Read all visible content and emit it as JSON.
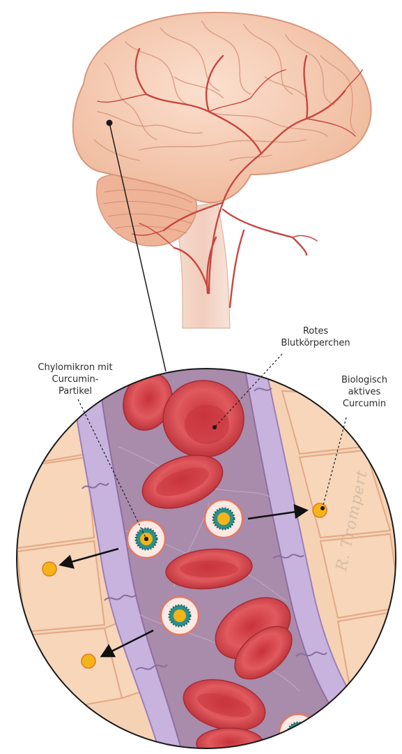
{
  "labels": {
    "red_blood_cell": "Rotes\nBlutkörperchen",
    "chylomicron": "Chylomikron mit\nCurcumin-\nPartikel",
    "bioactive_curcumin": "Biologisch\naktives\nCurcumin"
  },
  "watermark": "R. Trompert",
  "colors": {
    "brain": "#f3c3a6",
    "brain_outline": "#d99a80",
    "artery": "#c9453f",
    "tissue": "#f6d2b4",
    "tissue_outline": "#e3ab8a",
    "vessel_wall": "#c6b2dc",
    "vessel_lumen": "#a78aaa",
    "red_blood_cell": "#d9484c",
    "curcumin": "#f5b417",
    "chylomicron_ring": "#2e8f8a"
  }
}
